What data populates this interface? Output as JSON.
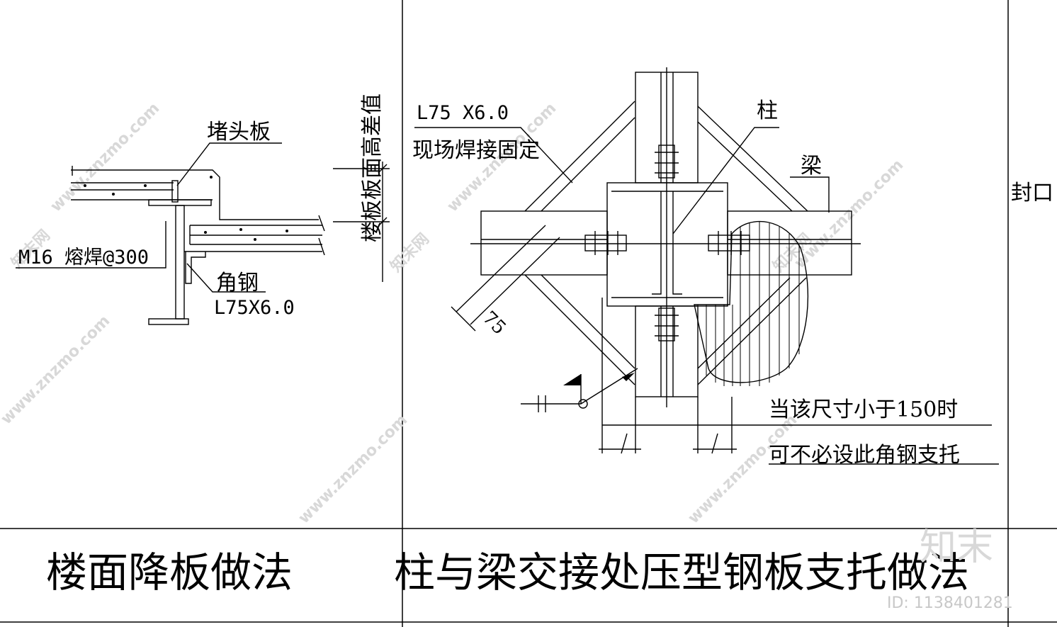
{
  "left_detail": {
    "title": "楼面降板做法",
    "label_end_plate": "堵头板",
    "label_height_diff": "楼板板面高差值",
    "label_stud": "M16 熔焊@300",
    "label_angle": "角钢",
    "label_angle_size": "L75X6.0"
  },
  "right_detail": {
    "title": "柱与梁交接处压型钢板支托做法",
    "label_angle_size": "L75 X6.0",
    "label_site_weld": "现场焊接固定",
    "label_column": "柱",
    "label_beam": "梁",
    "label_weld_size": "75",
    "note_line1": "当该尺寸小于150时",
    "note_line2": "可不必设此角钢支托"
  },
  "right_panel": {
    "label_seal": "封口"
  },
  "watermarks": {
    "site": "www.znzmo.com",
    "brand": "知末网",
    "logo": "知末",
    "id_text": "ID: 1138401281"
  }
}
